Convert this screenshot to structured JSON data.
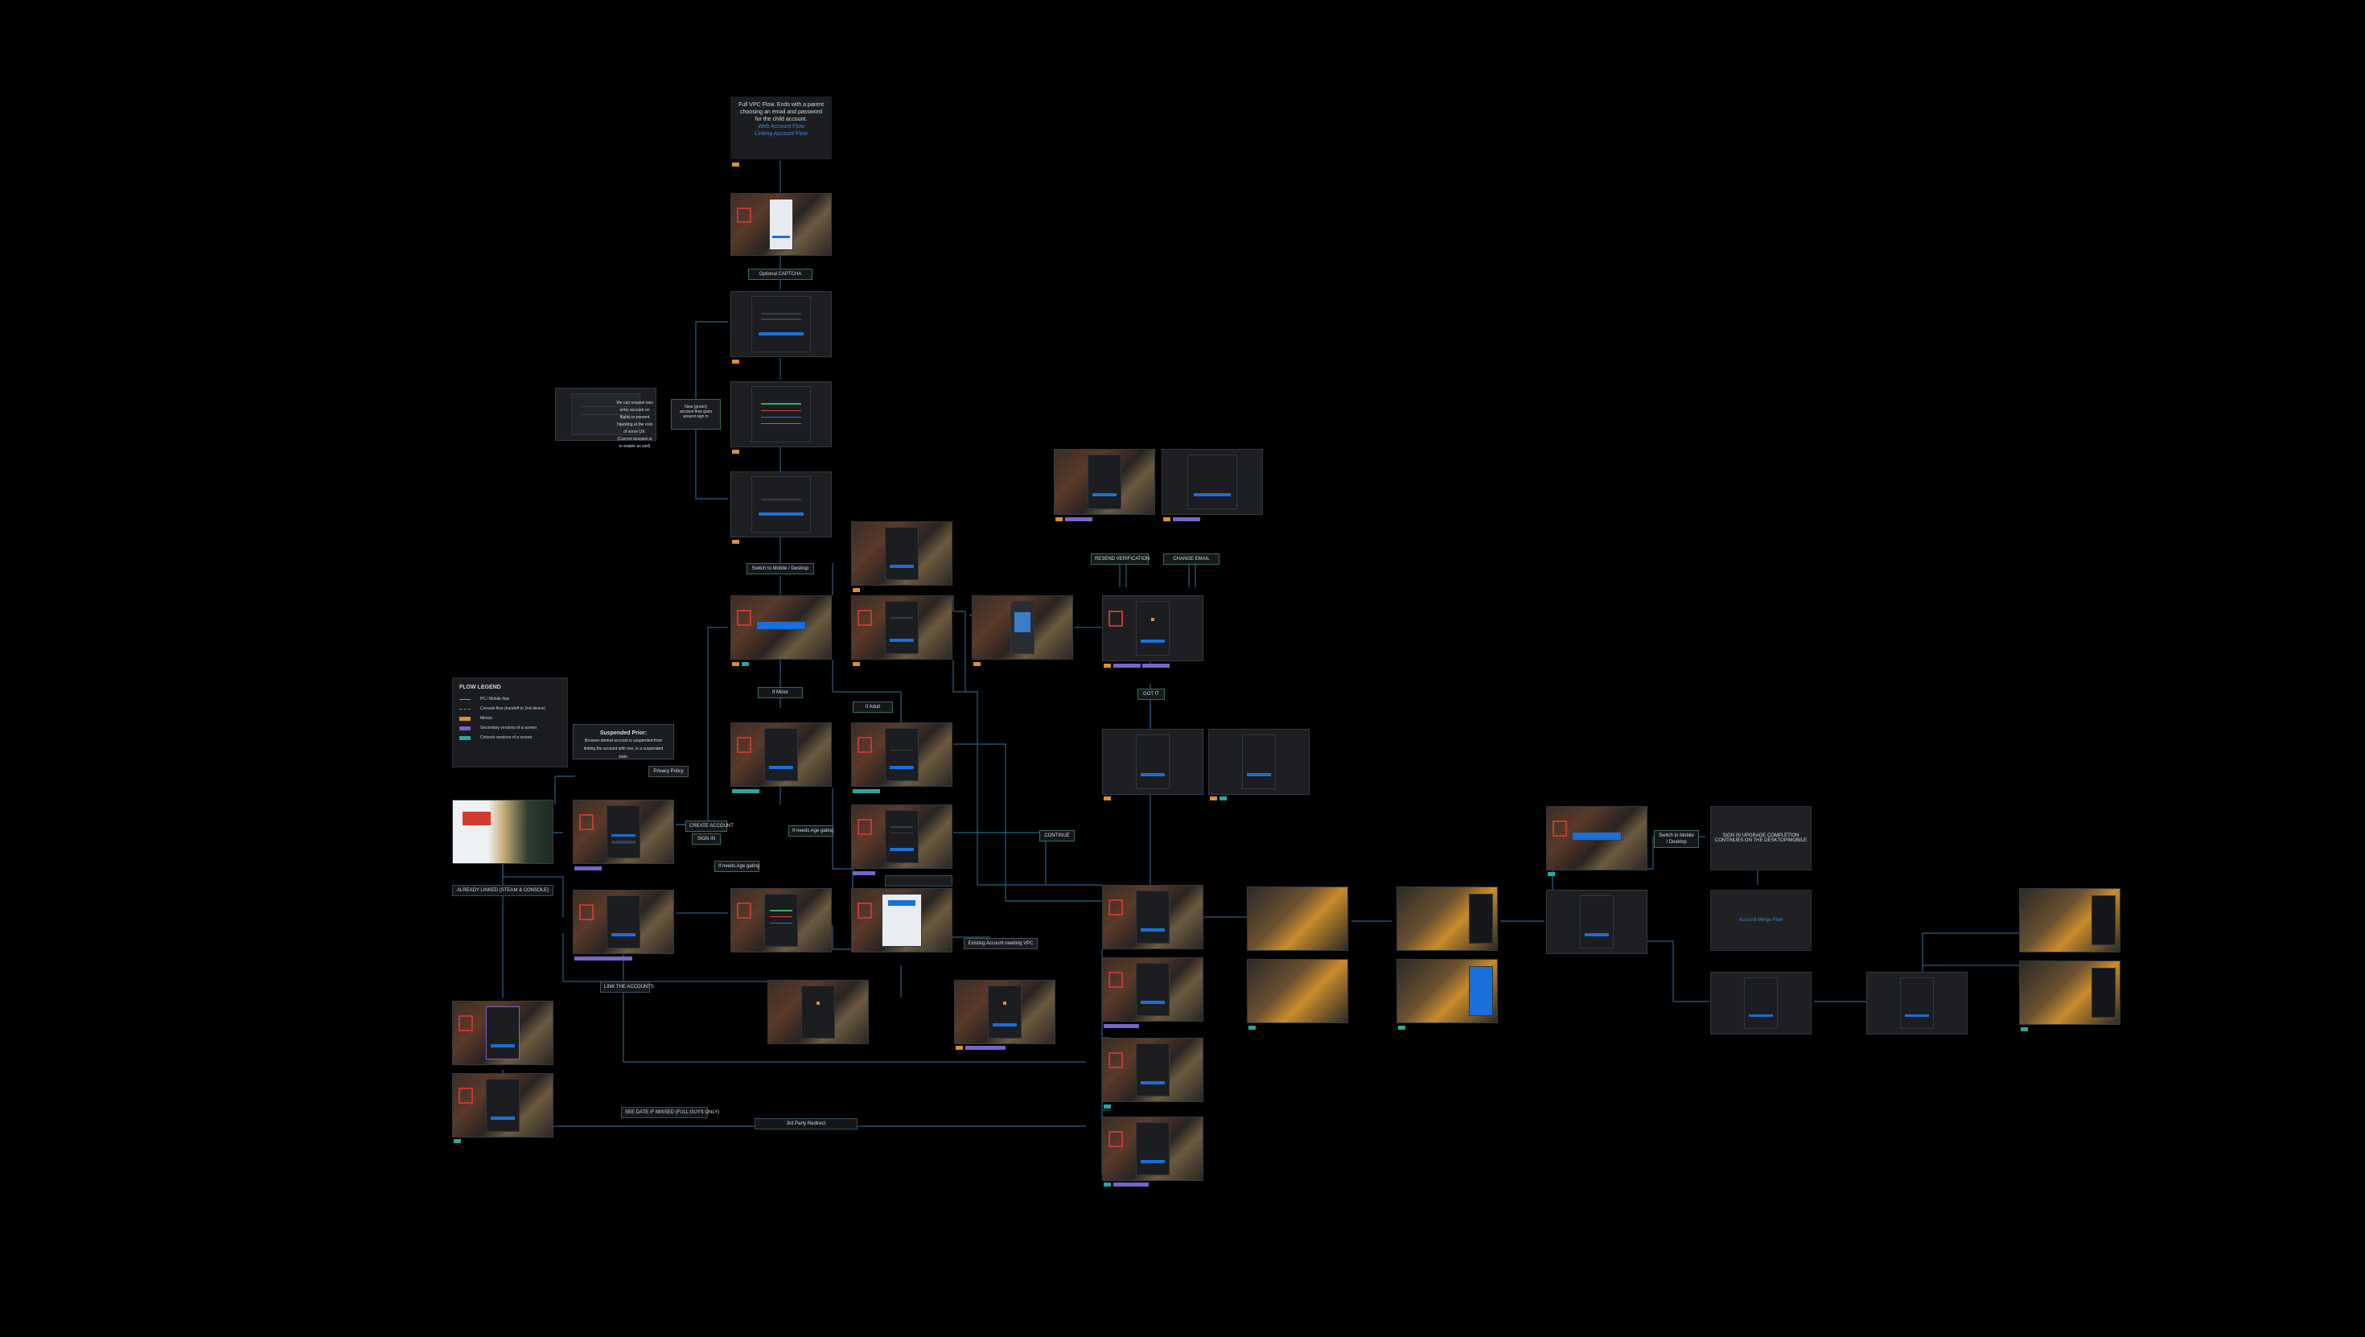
{
  "canvas_title": "",
  "legend": {
    "title": "FLOW LEGEND",
    "items": [
      {
        "swatch": "line-solid",
        "text": "PC / Mobile flow"
      },
      {
        "swatch": "line-dashed",
        "text": "Console flow (handoff to 2nd device)"
      },
      {
        "swatch": "#d9903a",
        "text": "Minors"
      },
      {
        "swatch": "#7a63c9",
        "text": "Secondary versions of a screen"
      },
      {
        "swatch": "#2aa79b",
        "text": "Console versions of a screen"
      }
    ]
  },
  "notes": {
    "top_note": "Full VPC Flow. Ends with a parent choosing an email and password for the child account.",
    "top_note_link1": "Web Account Flow",
    "top_note_link2": "Linking Account Flow",
    "left_note": "We can request new entry account on flights to prevent hijacking at the cost of some UX. (Current decision is to enable as well)",
    "new_account_note": "New (green) account flow goes around sign in",
    "suspended_title": "Suspended Prior:",
    "suspended_body": "Browser denied account is suspended from linking the account with one, in a suspended state.",
    "fullscreen_note": "SIGN IN UPGRADE COMPLETION CONTINUES ON THE DESKTOP/MOBILE",
    "account_merge": "Account Merge Flow"
  },
  "labels": {
    "optional_captcha": "Optional CAPTCHA",
    "switch_mobile_1": "Switch to Mobile / Desktop",
    "if_minor": "If Minor",
    "if_adult": "If Adult",
    "privacy_policy": "Privacy Policy",
    "create_account": "CREATE ACCOUNT",
    "sign_in": "SIGN IN",
    "if_needs_age_gating_1": "If needs Age gating",
    "if_needs_age_gating_2": "If needs Age gating",
    "continue": "CONTINUE",
    "existing_account": "Existing Account needing VPC",
    "link_the_accounts": "LINK THE ACCOUNTS",
    "already_linked": "ALREADY LINKED (STEAM & CONSOLE)",
    "see_date": "SEE DATE IF MISSED (FULL GUYS ONLY)",
    "third_party_redirect": "3rd Party Redirect",
    "resend_verification": "RESEND VERIFICATION",
    "change_email": "CHANGE EMAIL",
    "got_it": "GOT IT",
    "switch_mobile_2": "Switch to Mobile / Desktop"
  },
  "colors": {
    "background": "#000000",
    "connector": "#2b5f86",
    "minor_tag": "#d9903a",
    "secondary_tag": "#7a63c9",
    "console_tag": "#2aa79b",
    "accent_button": "#1b6fd8"
  }
}
